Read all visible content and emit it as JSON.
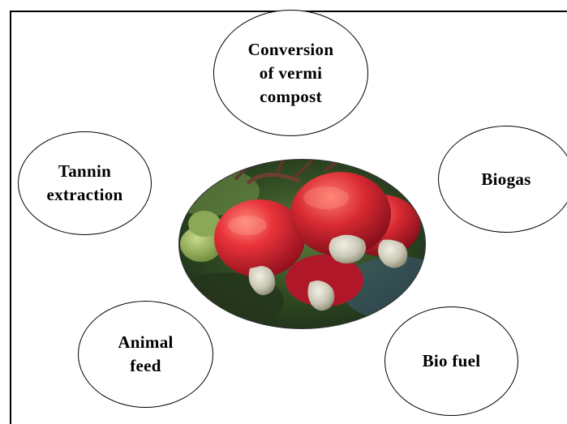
{
  "diagram": {
    "center_image": "cashew-apple-photo",
    "uses": [
      {
        "id": "vermi",
        "label": "Conversion\nof vermi\ncompost"
      },
      {
        "id": "tannin",
        "label": "Tannin\nextraction"
      },
      {
        "id": "biogas",
        "label": "Biogas"
      },
      {
        "id": "animal",
        "label": "Animal\nfeed"
      },
      {
        "id": "biofuel",
        "label": "Bio fuel"
      }
    ]
  }
}
